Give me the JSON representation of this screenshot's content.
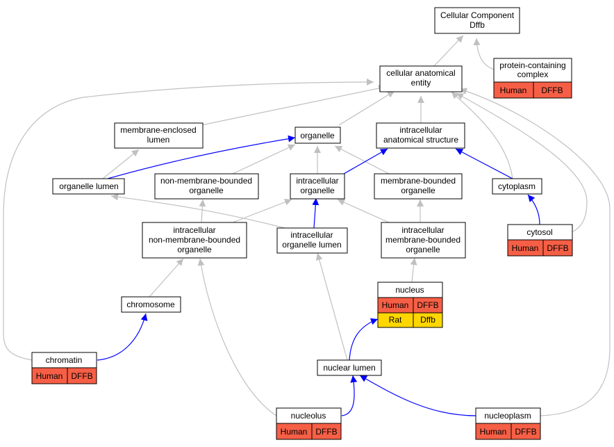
{
  "colors": {
    "gray_edge": "#c0c0c0",
    "blue_edge": "#0000ff",
    "human_fill": "#f65f46",
    "rat_fill": "#ffd700",
    "node_fill": "#ffffff",
    "node_stroke": "#000000"
  },
  "nodes": {
    "cellular_component": {
      "line1": "Cellular Component",
      "line2": "Dffb"
    },
    "protein_complex": {
      "line1": "protein-containing",
      "line2": "complex",
      "species": "Human",
      "gene": "DFFB"
    },
    "cellular_anatomical_entity": {
      "line1": "cellular anatomical",
      "line2": "entity"
    },
    "membrane_enclosed_lumen": {
      "line1": "membrane-enclosed",
      "line2": "lumen"
    },
    "organelle": {
      "label": "organelle"
    },
    "intracellular_anatomical_structure": {
      "line1": "intracellular",
      "line2": "anatomical structure"
    },
    "organelle_lumen": {
      "label": "organelle lumen"
    },
    "non_membrane_bounded_organelle": {
      "line1": "non-membrane-bounded",
      "line2": "organelle"
    },
    "intracellular_organelle": {
      "line1": "intracellular",
      "line2": "organelle"
    },
    "membrane_bounded_organelle": {
      "line1": "membrane-bounded",
      "line2": "organelle"
    },
    "cytoplasm": {
      "label": "cytoplasm"
    },
    "intracellular_non_membrane_bounded_organelle": {
      "line1": "intracellular",
      "line2": "non-membrane-bounded",
      "line3": "organelle"
    },
    "intracellular_organelle_lumen": {
      "line1": "intracellular",
      "line2": "organelle lumen"
    },
    "intracellular_membrane_bounded_organelle": {
      "line1": "intracellular",
      "line2": "membrane-bounded",
      "line3": "organelle"
    },
    "cytosol": {
      "label": "cytosol",
      "species": "Human",
      "gene": "DFFB"
    },
    "nucleus": {
      "label": "nucleus",
      "species": "Human",
      "gene": "DFFB",
      "species2": "Rat",
      "gene2": "Dffb"
    },
    "chromosome": {
      "label": "chromosome"
    },
    "chromatin": {
      "label": "chromatin",
      "species": "Human",
      "gene": "DFFB"
    },
    "nuclear_lumen": {
      "label": "nuclear lumen"
    },
    "nucleolus": {
      "label": "nucleolus",
      "species": "Human",
      "gene": "DFFB"
    },
    "nucleoplasm": {
      "label": "nucleoplasm",
      "species": "Human",
      "gene": "DFFB"
    }
  }
}
